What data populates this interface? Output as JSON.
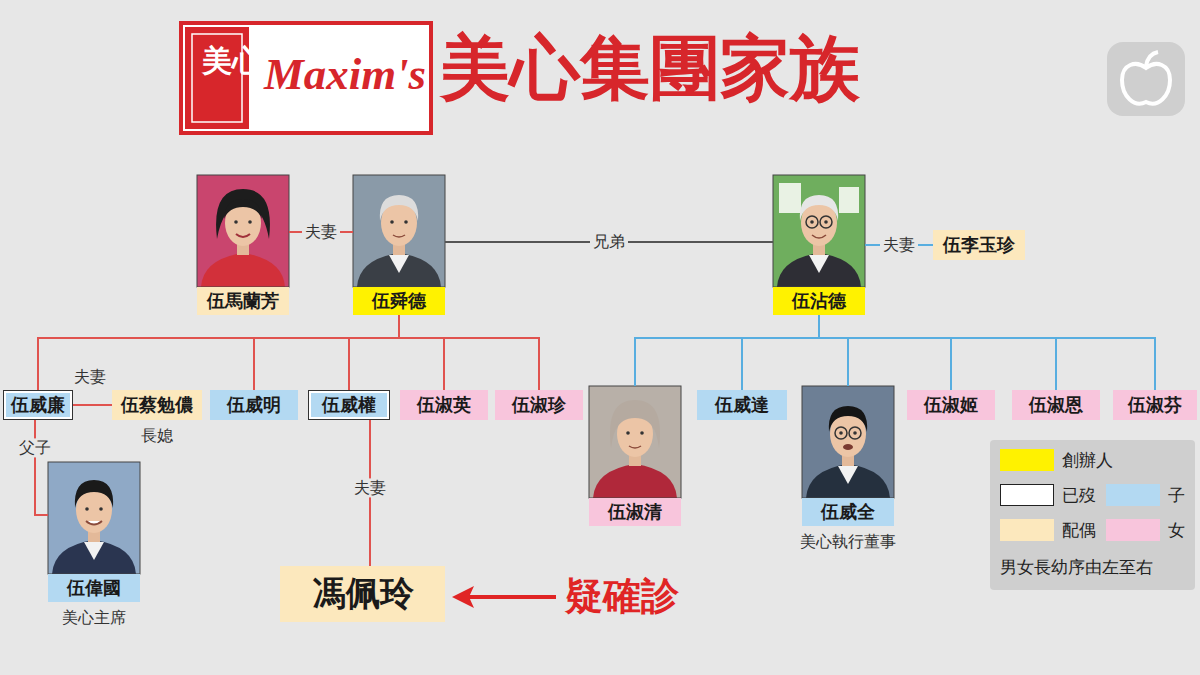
{
  "diagram": {
    "title": "美心集團家族",
    "nodes": [
      {
        "text": [
          "伍馬蘭芳"
        ]
      },
      {
        "text": [
          "伍舜德"
        ]
      },
      {
        "text": [
          "伍沾德"
        ]
      },
      {
        "text": [
          "伍李玉珍"
        ]
      },
      {
        "text": [
          "伍威廉"
        ]
      },
      {
        "text": [
          "伍蔡勉儂",
          "長媳"
        ]
      },
      {
        "text": [
          "伍威明"
        ]
      },
      {
        "text": [
          "伍威權"
        ]
      },
      {
        "text": [
          "伍淑英"
        ]
      },
      {
        "text": [
          "伍淑珍"
        ]
      },
      {
        "text": [
          "伍淑清"
        ]
      },
      {
        "text": [
          "伍威達"
        ]
      },
      {
        "text": [
          "伍威全",
          "美心執行董事"
        ]
      },
      {
        "text": [
          "伍淑姬"
        ]
      },
      {
        "text": [
          "伍淑恩"
        ]
      },
      {
        "text": [
          "伍淑芬"
        ]
      },
      {
        "text": [
          "伍偉國",
          "美心主席"
        ]
      },
      {
        "text": [
          "馮佩玲"
        ]
      }
    ],
    "edges": [
      {
        "from": 0,
        "to": 1,
        "label": "夫妻",
        "arrow": "none"
      },
      {
        "from": 1,
        "to": 2,
        "label": "兄弟",
        "arrow": "none"
      },
      {
        "from": 2,
        "to": 3,
        "label": "夫妻",
        "arrow": "none"
      },
      {
        "from": 1,
        "to": 4,
        "arrow": "none"
      },
      {
        "from": 1,
        "to": 6,
        "arrow": "none"
      },
      {
        "from": 1,
        "to": 7,
        "arrow": "none"
      },
      {
        "from": 1,
        "to": 8,
        "arrow": "none"
      },
      {
        "from": 1,
        "to": 9,
        "arrow": "none"
      },
      {
        "from": 2,
        "to": 10,
        "arrow": "none"
      },
      {
        "from": 2,
        "to": 11,
        "arrow": "none"
      },
      {
        "from": 2,
        "to": 12,
        "arrow": "none"
      },
      {
        "from": 2,
        "to": 13,
        "arrow": "none"
      },
      {
        "from": 2,
        "to": 14,
        "arrow": "none"
      },
      {
        "from": 2,
        "to": 15,
        "arrow": "none"
      },
      {
        "from": 4,
        "to": 5,
        "label": "夫妻",
        "arrow": "none"
      },
      {
        "from": 4,
        "to": 16,
        "label": "父子",
        "arrow": "none"
      },
      {
        "from": 7,
        "to": 17,
        "label": "夫妻",
        "arrow": "none"
      }
    ],
    "labels": [
      "美心",
      "Maxim's",
      "疑確診",
      "男女長幼序由左至右"
    ],
    "legend": [
      {
        "text": "創辦人",
        "color": "#fff200"
      },
      {
        "text": "已歿",
        "color": "#ffffff"
      },
      {
        "text": "子",
        "color": "#b3d9f2"
      },
      {
        "text": "配偶",
        "color": "#fce8bd"
      },
      {
        "text": "女",
        "color": "#f8c5dc"
      }
    ]
  }
}
